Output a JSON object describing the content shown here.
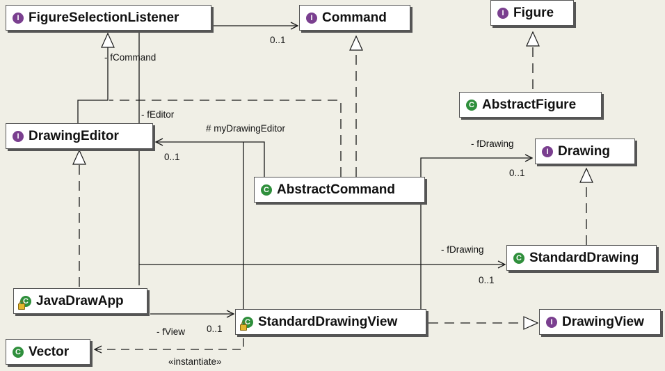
{
  "nodes": [
    {
      "id": "figure-selection-listener",
      "kind": "interface",
      "icon": "interface-icon",
      "letter": "I",
      "name": "FigureSelectionListener"
    },
    {
      "id": "command",
      "kind": "interface",
      "icon": "interface-icon",
      "letter": "I",
      "name": "Command"
    },
    {
      "id": "figure",
      "kind": "interface",
      "icon": "interface-icon",
      "letter": "I",
      "name": "Figure"
    },
    {
      "id": "abstract-figure",
      "kind": "class",
      "icon": "class-icon",
      "letter": "C",
      "name": "AbstractFigure"
    },
    {
      "id": "drawing-editor",
      "kind": "interface",
      "icon": "interface-icon",
      "letter": "I",
      "name": "DrawingEditor"
    },
    {
      "id": "drawing",
      "kind": "interface",
      "icon": "interface-icon",
      "letter": "I",
      "name": "Drawing"
    },
    {
      "id": "abstract-command",
      "kind": "class",
      "icon": "class-icon",
      "letter": "C",
      "name": "AbstractCommand"
    },
    {
      "id": "standard-drawing",
      "kind": "class",
      "icon": "class-icon",
      "letter": "C",
      "name": "StandardDrawing"
    },
    {
      "id": "java-draw-app",
      "kind": "class",
      "icon": "class-icon",
      "letter": "C",
      "name": "JavaDrawApp",
      "locked": true
    },
    {
      "id": "standard-drawing-view",
      "kind": "class",
      "icon": "class-icon",
      "letter": "C",
      "name": "StandardDrawingView",
      "locked": true
    },
    {
      "id": "drawing-view",
      "kind": "interface",
      "icon": "interface-icon",
      "letter": "I",
      "name": "DrawingView"
    },
    {
      "id": "vector",
      "kind": "class",
      "icon": "class-icon",
      "letter": "C",
      "name": "Vector"
    }
  ],
  "labels": {
    "fcommand_role": "- fCommand",
    "fcommand_mult": "0..1",
    "feditor_role": "- fEditor",
    "my_drawing_editor_role": "# myDrawingEditor",
    "drawing_editor_mult": "0..1",
    "fdrawing_role_top": "- fDrawing",
    "drawing_mult": "0..1",
    "fdrawing_role_bottom": "- fDrawing",
    "standard_drawing_mult": "0..1",
    "fview_role": "- fView",
    "fview_mult": "0..1",
    "instantiate_stereotype": "«instantiate»"
  },
  "colors": {
    "background": "#f0efe6",
    "interface_badge": "#7a3f8f",
    "class_badge": "#2f8f3c",
    "line": "#1a1a1a"
  }
}
